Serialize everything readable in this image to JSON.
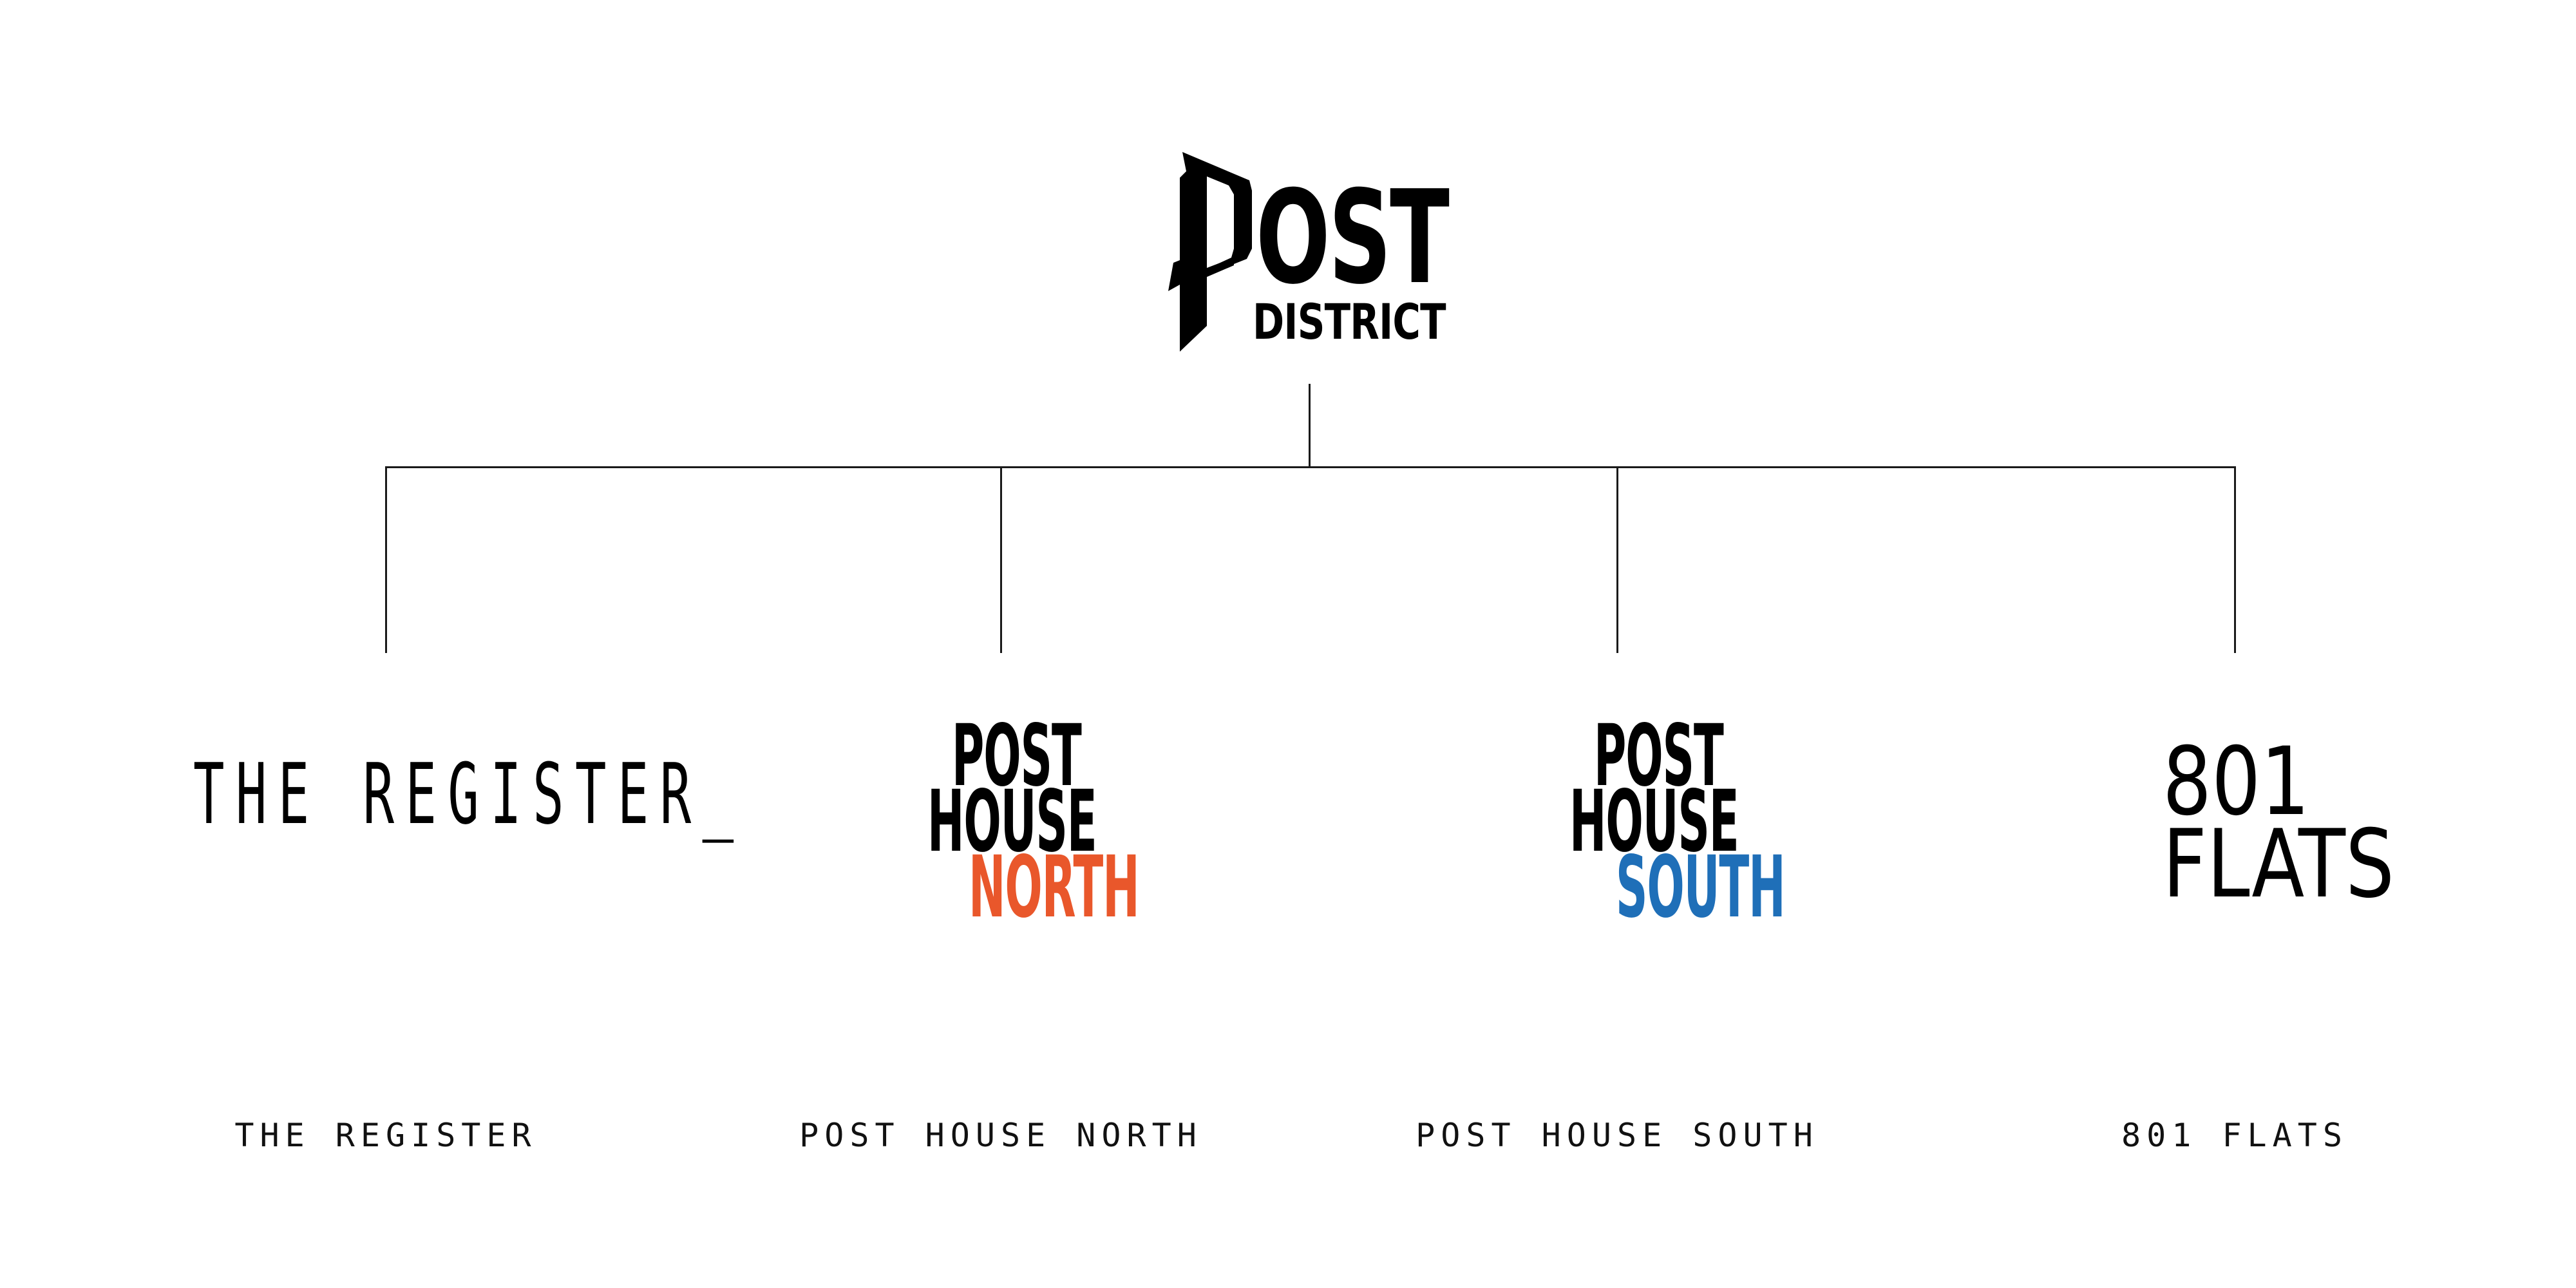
{
  "root": {
    "logo_main": "OST",
    "logo_sub": "DISTRICT",
    "logo_wordmark": "POST DISTRICT"
  },
  "children": [
    {
      "logo_text": "THE REGISTER_",
      "caption": "THE REGISTER"
    },
    {
      "logo_lines": [
        "POST",
        "HOUSE",
        "NORTH"
      ],
      "accent_color": "#e9572b",
      "caption": "POST HOUSE NORTH"
    },
    {
      "logo_lines": [
        "POST",
        "HOUSE",
        "SOUTH"
      ],
      "accent_color": "#1f6fb8",
      "caption": "POST HOUSE SOUTH"
    },
    {
      "logo_lines": [
        "801",
        "FLATS"
      ],
      "caption": "801 FLATS"
    }
  ],
  "colors": {
    "line": "#1a1a1a",
    "text": "#000000",
    "background": "#ffffff"
  }
}
